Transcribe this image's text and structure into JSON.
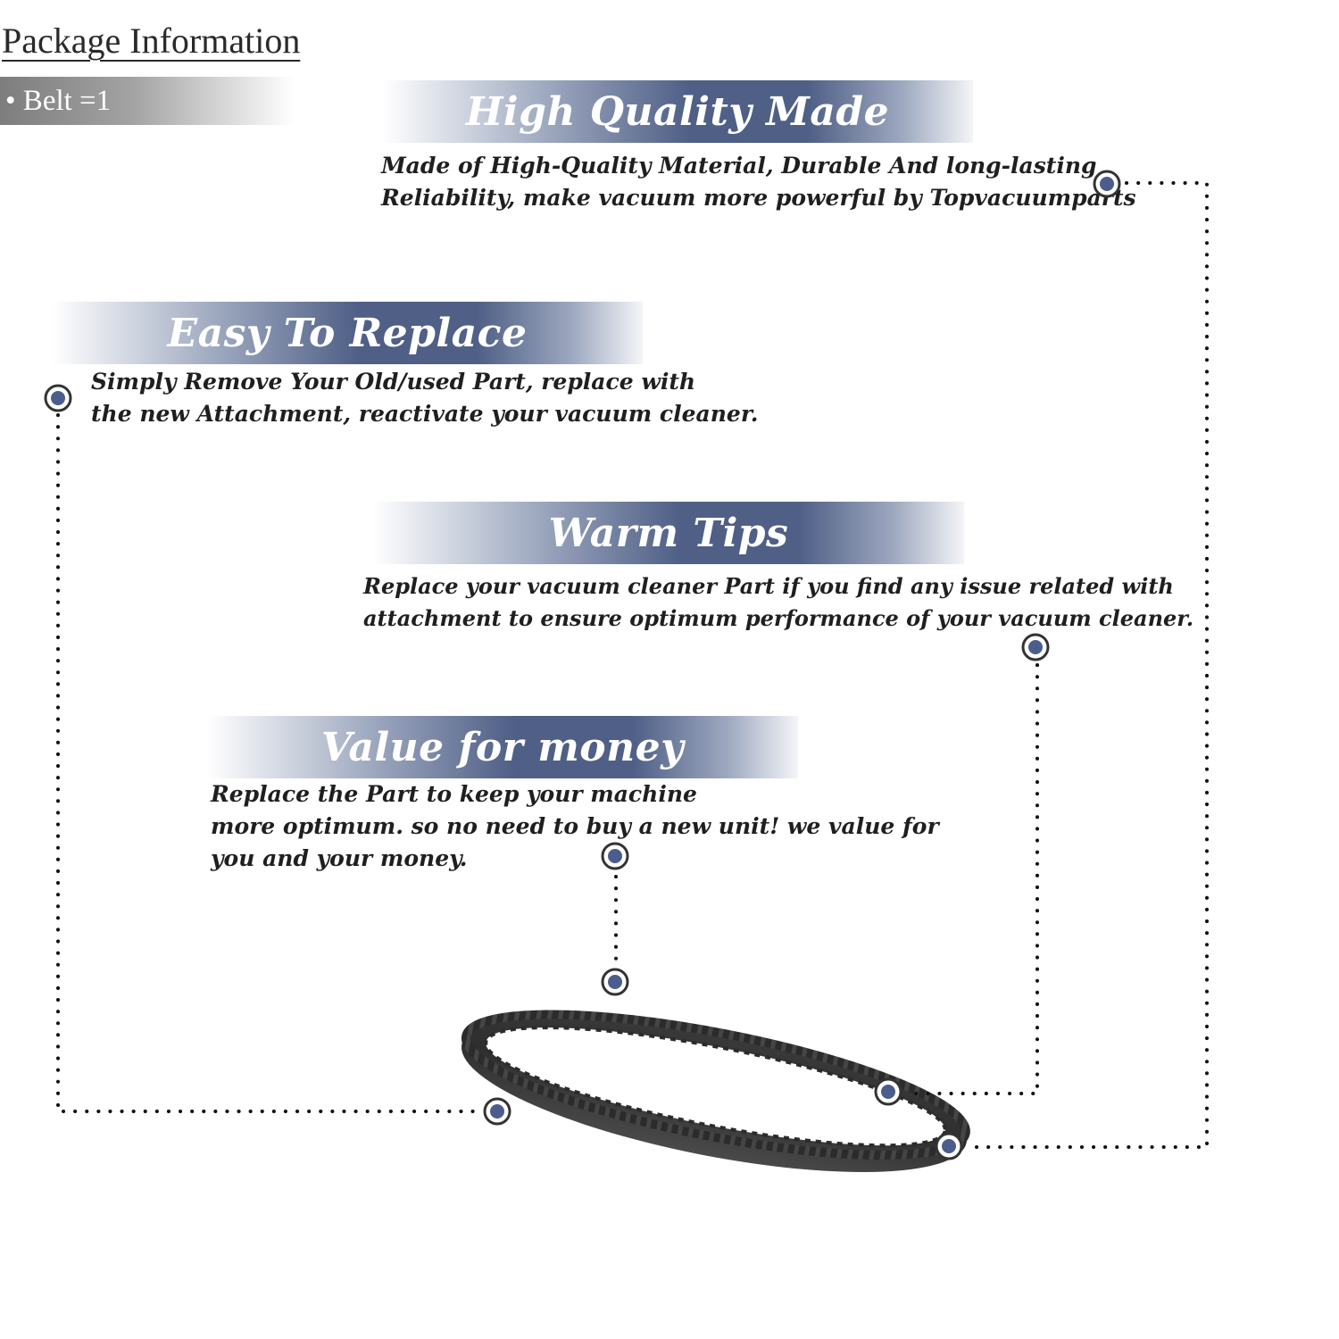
{
  "package": {
    "title": "Package Information",
    "item": "• Belt =1"
  },
  "sections": {
    "high_quality": {
      "title": "High Quality Made",
      "lines": [
        "Made of  High-Quality Material, Durable And long-lasting",
        "Reliability, make vacuum more powerful by Topvacuumparts"
      ]
    },
    "easy_replace": {
      "title": "Easy To Replace",
      "lines": [
        "Simply Remove Your Old/used Part, replace with",
        "the new Attachment, reactivate your vacuum cleaner."
      ]
    },
    "warm_tips": {
      "title": "Warm Tips",
      "lines": [
        "Replace your vacuum cleaner Part if you find any issue related with",
        " attachment to ensure optimum performance of your vacuum cleaner."
      ]
    },
    "value_money": {
      "title": "Value for money",
      "lines": [
        "Replace the Part to keep your machine",
        "more optimum. so no need to buy a new unit! we value for",
        "you and your money."
      ]
    }
  },
  "colors": {
    "accent": "#4f5f86",
    "marker": "#4a5d8c",
    "text": "#1f1f1f"
  },
  "icons": {
    "marker": "target-marker-icon",
    "product": "toothed-drive-belt-image"
  }
}
